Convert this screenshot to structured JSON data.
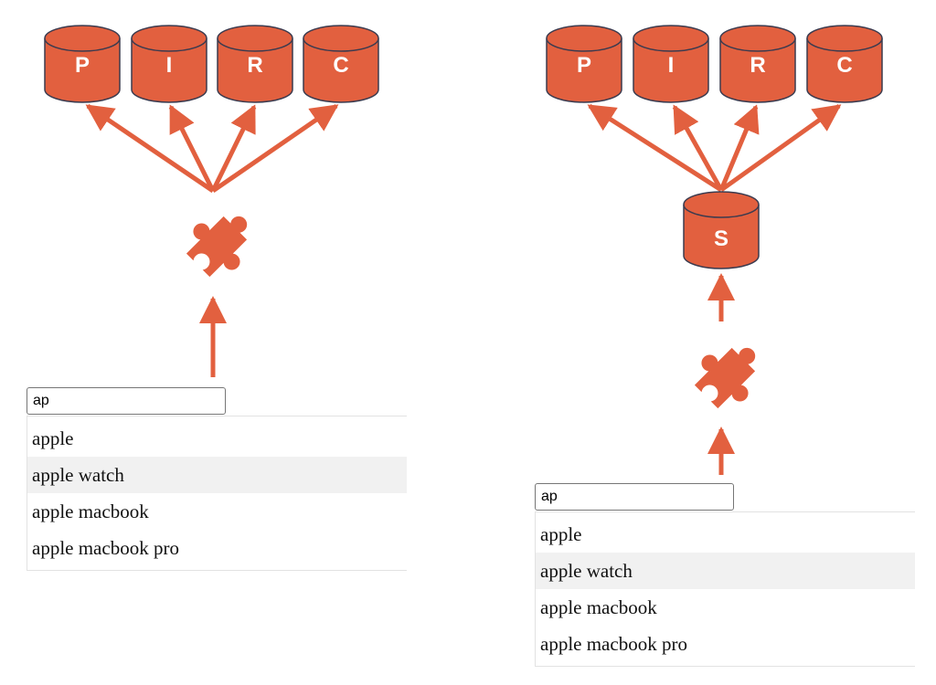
{
  "colors": {
    "accent": "#e2603f",
    "outline": "#3b3b4f"
  },
  "icons": {
    "component": "puzzle-piece-icon",
    "store": "database-cylinder-icon"
  },
  "left_panel": {
    "databases": [
      {
        "label": "P"
      },
      {
        "label": "I"
      },
      {
        "label": "R"
      },
      {
        "label": "C"
      }
    ],
    "search": {
      "value": "ap"
    },
    "suggestions": [
      {
        "text": "apple"
      },
      {
        "text": "apple watch"
      },
      {
        "text": "apple macbook"
      },
      {
        "text": "apple macbook pro"
      }
    ],
    "highlighted_index": 1
  },
  "right_panel": {
    "databases": [
      {
        "label": "P"
      },
      {
        "label": "I"
      },
      {
        "label": "R"
      },
      {
        "label": "C"
      }
    ],
    "intermediate_store": {
      "label": "S"
    },
    "search": {
      "value": "ap"
    },
    "suggestions": [
      {
        "text": "apple"
      },
      {
        "text": "apple watch"
      },
      {
        "text": "apple macbook"
      },
      {
        "text": "apple macbook pro"
      }
    ],
    "highlighted_index": 1
  }
}
